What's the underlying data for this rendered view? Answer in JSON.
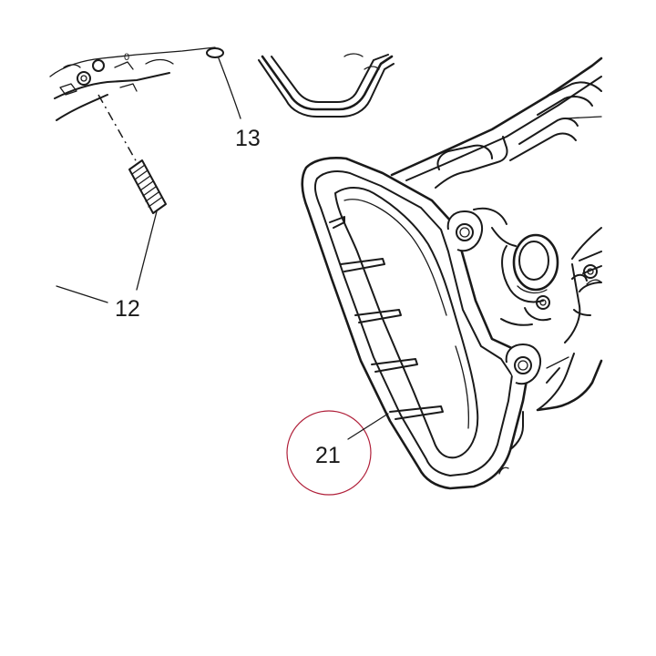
{
  "callouts": {
    "c13": "13",
    "c12": "12",
    "c21": "21"
  },
  "colors": {
    "line": "#1a1a1a",
    "highlight_circle": "#b0203a",
    "background": "#ffffff"
  }
}
